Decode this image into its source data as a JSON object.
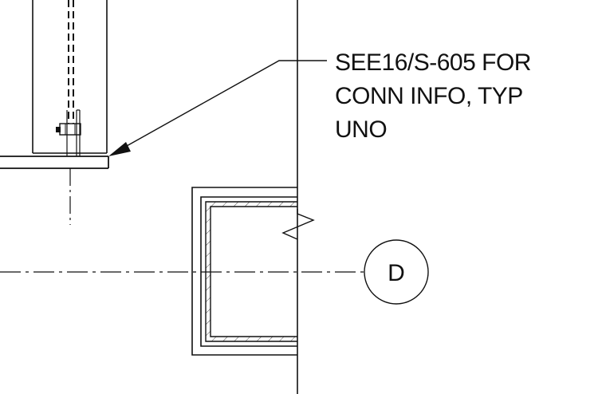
{
  "note": {
    "lines": [
      "SEE16/S-605  FOR",
      "CONN INFO, TYP",
      "UNO"
    ]
  },
  "grid_bubble": {
    "label": "D"
  },
  "colors": {
    "ink": "#111111",
    "paper": "#ffffff"
  }
}
